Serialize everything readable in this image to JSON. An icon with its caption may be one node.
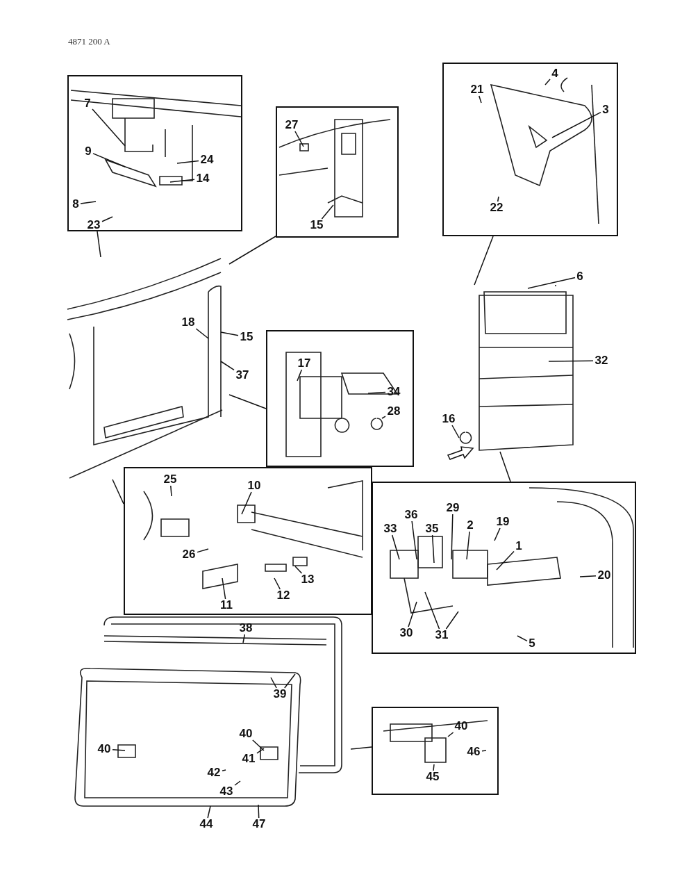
{
  "diagram": {
    "nodes": [
      {
        "text": [],
        "shape": "box"
      },
      {
        "text": [
          "7"
        ],
        "in": 0
      },
      {
        "text": [
          "9"
        ],
        "in": 0
      },
      {
        "text": [
          "24"
        ],
        "in": 0
      },
      {
        "text": [
          "14"
        ],
        "in": 0
      },
      {
        "text": [
          "8"
        ],
        "in": 0
      },
      {
        "text": [
          "23"
        ],
        "in": 0
      },
      {
        "text": [],
        "shape": "box"
      },
      {
        "text": [
          "27"
        ],
        "in": 7
      },
      {
        "text": [
          "15"
        ],
        "in": 7
      },
      {
        "text": [],
        "shape": "box"
      },
      {
        "text": [
          "4"
        ],
        "in": 10
      },
      {
        "text": [
          "21"
        ],
        "in": 10
      },
      {
        "text": [
          "3"
        ],
        "in": 10
      },
      {
        "text": [
          "22"
        ],
        "in": 10
      },
      {
        "text": [],
        "shape": "picture"
      },
      {
        "text": [
          "18"
        ],
        "in": 15
      },
      {
        "text": [
          "15"
        ]
      },
      {
        "text": [
          "37"
        ]
      },
      {
        "text": [],
        "shape": "picture"
      },
      {
        "text": [
          "6"
        ]
      },
      {
        "text": [
          "32"
        ]
      },
      {
        "text": [
          "16"
        ]
      },
      {
        "text": [],
        "shape": "box"
      },
      {
        "text": [
          "17"
        ],
        "in": 23
      },
      {
        "text": [
          "34"
        ],
        "in": 23
      },
      {
        "text": [
          "28"
        ],
        "in": 23
      },
      {
        "text": [],
        "shape": "box"
      },
      {
        "text": [
          "25"
        ],
        "in": 27
      },
      {
        "text": [
          "10"
        ],
        "in": 27
      },
      {
        "text": [
          "26"
        ],
        "in": 27
      },
      {
        "text": [
          "12"
        ],
        "in": 27
      },
      {
        "text": [
          "13"
        ],
        "in": 27
      },
      {
        "text": [
          "11"
        ],
        "in": 27
      },
      {
        "text": [],
        "shape": "box"
      },
      {
        "text": [
          "36"
        ],
        "in": 34
      },
      {
        "text": [
          "29"
        ],
        "in": 34
      },
      {
        "text": [
          "33"
        ],
        "in": 34
      },
      {
        "text": [
          "35"
        ],
        "in": 34
      },
      {
        "text": [
          "2"
        ],
        "in": 34
      },
      {
        "text": [
          "19"
        ],
        "in": 34
      },
      {
        "text": [
          "1"
        ],
        "in": 34
      },
      {
        "text": [
          "20"
        ],
        "in": 34
      },
      {
        "text": [
          "30"
        ],
        "in": 34
      },
      {
        "text": [
          "31"
        ],
        "in": 34
      },
      {
        "text": [
          "5"
        ],
        "in": 34
      },
      {
        "text": [],
        "shape": "picture"
      },
      {
        "text": [
          "38"
        ]
      },
      {
        "text": [
          "39"
        ],
        "in": 46
      },
      {
        "text": [
          "40"
        ],
        "in": 46
      },
      {
        "text": [
          "40"
        ],
        "in": 46
      },
      {
        "text": [
          "41"
        ],
        "in": 46
      },
      {
        "text": [
          "42"
        ],
        "in": 46
      },
      {
        "text": [
          "43"
        ],
        "in": 46
      },
      {
        "text": [
          "44"
        ]
      },
      {
        "text": [
          "47"
        ]
      },
      {
        "text": [],
        "shape": "box"
      },
      {
        "text": [
          "40"
        ],
        "in": 56
      },
      {
        "text": [
          "46"
        ],
        "in": 56
      },
      {
        "text": [
          "45"
        ],
        "in": 56
      }
    ],
    "edges": [
      {
        "from": 0,
        "to": 15,
        "arrow": "none"
      },
      {
        "from": 7,
        "to": 15,
        "arrow": "none"
      },
      {
        "from": 10,
        "to": 19,
        "arrow": "none"
      },
      {
        "from": 23,
        "to": 15,
        "arrow": "none"
      },
      {
        "from": 27,
        "to": 15,
        "arrow": "none"
      },
      {
        "from": 34,
        "to": 19,
        "arrow": "none"
      },
      {
        "from": 56,
        "to": 46,
        "arrow": "none"
      },
      {
        "from": 1,
        "to": null,
        "arrow": "none"
      },
      {
        "from": 2,
        "to": null,
        "arrow": "none"
      },
      {
        "from": 3,
        "to": null,
        "arrow": "none"
      },
      {
        "from": 4,
        "to": null,
        "arrow": "none"
      },
      {
        "from": 5,
        "to": null,
        "arrow": "none"
      },
      {
        "from": 6,
        "to": null,
        "arrow": "none"
      },
      {
        "from": 8,
        "to": null,
        "arrow": "none"
      },
      {
        "from": 9,
        "to": null,
        "arrow": "none"
      },
      {
        "from": 11,
        "to": null,
        "arrow": "none"
      },
      {
        "from": 12,
        "to": null,
        "arrow": "none"
      },
      {
        "from": 13,
        "to": null,
        "arrow": "none"
      },
      {
        "from": 14,
        "to": null,
        "arrow": "none"
      },
      {
        "from": 16,
        "to": 15,
        "arrow": "none"
      },
      {
        "from": 17,
        "to": 15,
        "arrow": "none"
      },
      {
        "from": 18,
        "to": 15,
        "arrow": "none"
      },
      {
        "from": 20,
        "to": 19,
        "arrow": "none"
      },
      {
        "from": 21,
        "to": 19,
        "arrow": "none"
      },
      {
        "from": 22,
        "to": 19,
        "arrow": "none"
      },
      {
        "from": 24,
        "to": null,
        "arrow": "none"
      },
      {
        "from": 25,
        "to": null,
        "arrow": "none"
      },
      {
        "from": 26,
        "to": null,
        "arrow": "none"
      },
      {
        "from": 28,
        "to": null,
        "arrow": "none"
      },
      {
        "from": 29,
        "to": null,
        "arrow": "none"
      },
      {
        "from": 30,
        "to": null,
        "arrow": "none"
      },
      {
        "from": 31,
        "to": null,
        "arrow": "none"
      },
      {
        "from": 32,
        "to": null,
        "arrow": "none"
      },
      {
        "from": 33,
        "to": null,
        "arrow": "none"
      },
      {
        "from": 35,
        "to": null,
        "arrow": "none"
      },
      {
        "from": 36,
        "to": null,
        "arrow": "none"
      },
      {
        "from": 37,
        "to": null,
        "arrow": "none"
      },
      {
        "from": 38,
        "to": null,
        "arrow": "none"
      },
      {
        "from": 39,
        "to": null,
        "arrow": "none"
      },
      {
        "from": 40,
        "to": null,
        "arrow": "none"
      },
      {
        "from": 41,
        "to": null,
        "arrow": "none"
      },
      {
        "from": 42,
        "to": null,
        "arrow": "none"
      },
      {
        "from": 43,
        "to": null,
        "arrow": "none"
      },
      {
        "from": 44,
        "to": null,
        "arrow": "none"
      },
      {
        "from": 44,
        "to": null,
        "arrow": "none"
      },
      {
        "from": 45,
        "to": null,
        "arrow": "none"
      },
      {
        "from": 47,
        "to": 46,
        "arrow": "none"
      },
      {
        "from": 48,
        "to": 46,
        "arrow": "none"
      },
      {
        "from": 48,
        "to": 46,
        "arrow": "none"
      },
      {
        "from": 49,
        "to": 46,
        "arrow": "none"
      },
      {
        "from": 50,
        "to": 46,
        "arrow": "none"
      },
      {
        "from": 51,
        "to": 46,
        "arrow": "none"
      },
      {
        "from": 52,
        "to": 46,
        "arrow": "none"
      },
      {
        "from": 53,
        "to": 46,
        "arrow": "none"
      },
      {
        "from": 54,
        "to": 46,
        "arrow": "none"
      },
      {
        "from": 55,
        "to": 46,
        "arrow": "none"
      },
      {
        "from": 57,
        "to": null,
        "arrow": "none"
      },
      {
        "from": 58,
        "to": null,
        "arrow": "none"
      },
      {
        "from": 59,
        "to": null,
        "arrow": "none"
      }
    ],
    "labels": [
      "4871 200 A"
    ]
  }
}
